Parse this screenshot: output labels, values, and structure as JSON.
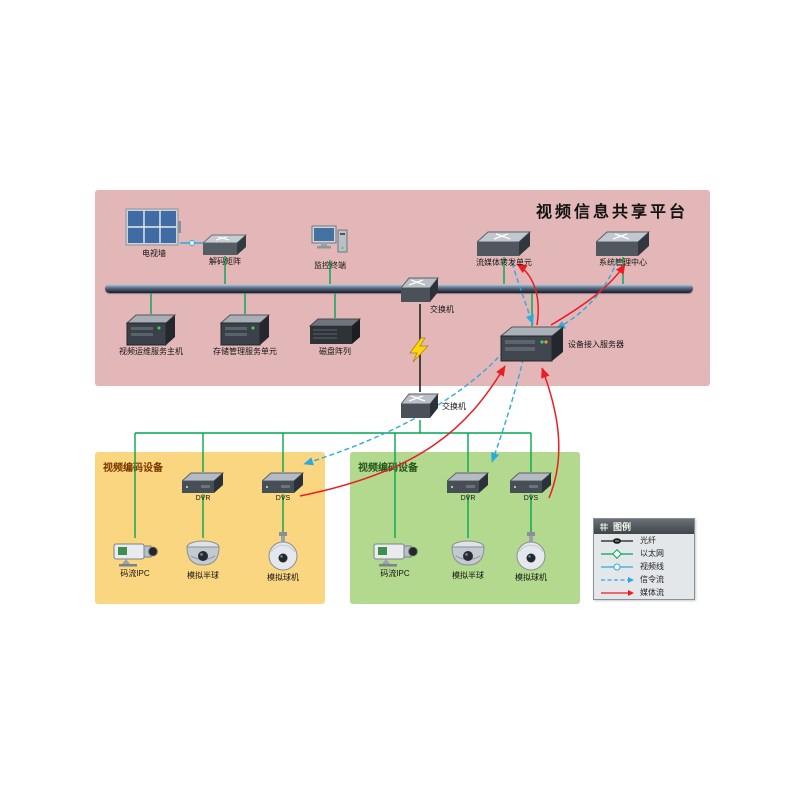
{
  "title": "视频信息共享平台",
  "areas": {
    "platform": {
      "label": "视频信息共享平台"
    },
    "encode_left": {
      "label": "视频编码设备"
    },
    "encode_right": {
      "label": "视频编码设备"
    }
  },
  "nodes": {
    "tv_wall": {
      "label": "电视墙"
    },
    "decoder": {
      "label": "解码矩阵"
    },
    "monitor_terminal": {
      "label": "监控终端"
    },
    "stream_forward": {
      "label": "流媒体转发单元"
    },
    "sys_mgmt": {
      "label": "系统管理中心"
    },
    "switch_top": {
      "label": "交换机"
    },
    "ops_server": {
      "label": "视频运维服务主机"
    },
    "storage_mgmt": {
      "label": "存储管理服务单元"
    },
    "disk_array": {
      "label": "磁盘阵列"
    },
    "access_server": {
      "label": "设备接入服务器"
    },
    "switch_bottom": {
      "label": "交换机"
    },
    "dvr_left": {
      "label": "DVR"
    },
    "dvs_left": {
      "label": "DVS"
    },
    "ipc_left": {
      "label": "码流IPC"
    },
    "dome_left": {
      "label": "模拟半球"
    },
    "ptz_left": {
      "label": "模拟球机"
    },
    "dvr_right": {
      "label": "DVR"
    },
    "dvs_right": {
      "label": "DVS"
    },
    "ipc_right": {
      "label": "码流IPC"
    },
    "dome_right": {
      "label": "模拟半球"
    },
    "ptz_right": {
      "label": "模拟球机"
    }
  },
  "legend": {
    "title": "图例",
    "items": [
      {
        "label": "光纤",
        "type": "fiber"
      },
      {
        "label": "以太网",
        "type": "ethernet"
      },
      {
        "label": "视频线",
        "type": "video"
      },
      {
        "label": "信令流",
        "type": "signal"
      },
      {
        "label": "媒体流",
        "type": "media"
      }
    ]
  },
  "colors": {
    "platform_bg": "#e3b7b7",
    "encode_left_bg": "#fbd680",
    "encode_right_bg": "#b3d98e",
    "ethernet_line": "#00a651",
    "video_line": "#29abe2",
    "signal_line": "#29abe2",
    "media_line": "#ed1c24",
    "fiber_line": "#1a1a1a"
  }
}
